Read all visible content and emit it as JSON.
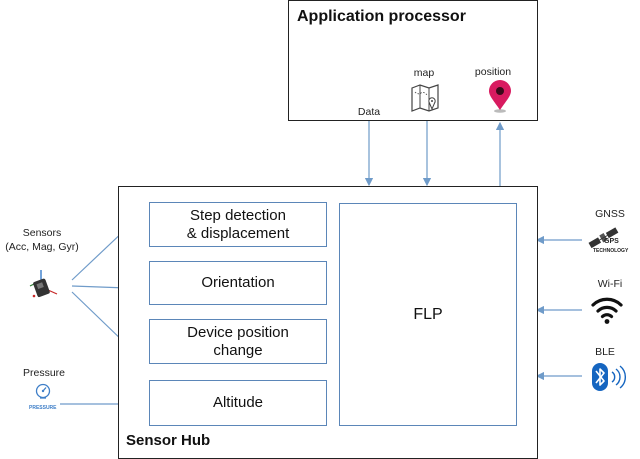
{
  "application_processor": {
    "title": "Application processor",
    "data_label": "Data",
    "map_label": "map",
    "position_label": "position"
  },
  "sensor_hub": {
    "title": "Sensor Hub",
    "blocks": [
      {
        "label": "Step detection\n& displacement"
      },
      {
        "label": "Orientation"
      },
      {
        "label": "Device position\nchange"
      },
      {
        "label": "Altitude"
      }
    ],
    "flp_label": "FLP"
  },
  "inputs_left": {
    "sensors_label": "Sensors\n(Acc, Mag, Gyr)",
    "pressure_label": "Pressure",
    "pressure_icon_text": "PRESSURE"
  },
  "inputs_right": {
    "gnss_label": "GNSS",
    "gps_logo_line1": "GPS",
    "gps_logo_line2": "TECHNOLOGY",
    "wifi_label": "Wi-Fi",
    "ble_label": "BLE"
  },
  "colors": {
    "arrow": "#6f9bc9",
    "block_border": "#5b86b8",
    "box_border": "#222222",
    "position_pin": "#d81b60",
    "bluetooth": "#1565c0"
  },
  "icons": [
    "map-icon",
    "location-pin-icon",
    "imu-sensor-icon",
    "pressure-sensor-icon",
    "gps-satellite-icon",
    "wifi-icon",
    "bluetooth-icon"
  ]
}
